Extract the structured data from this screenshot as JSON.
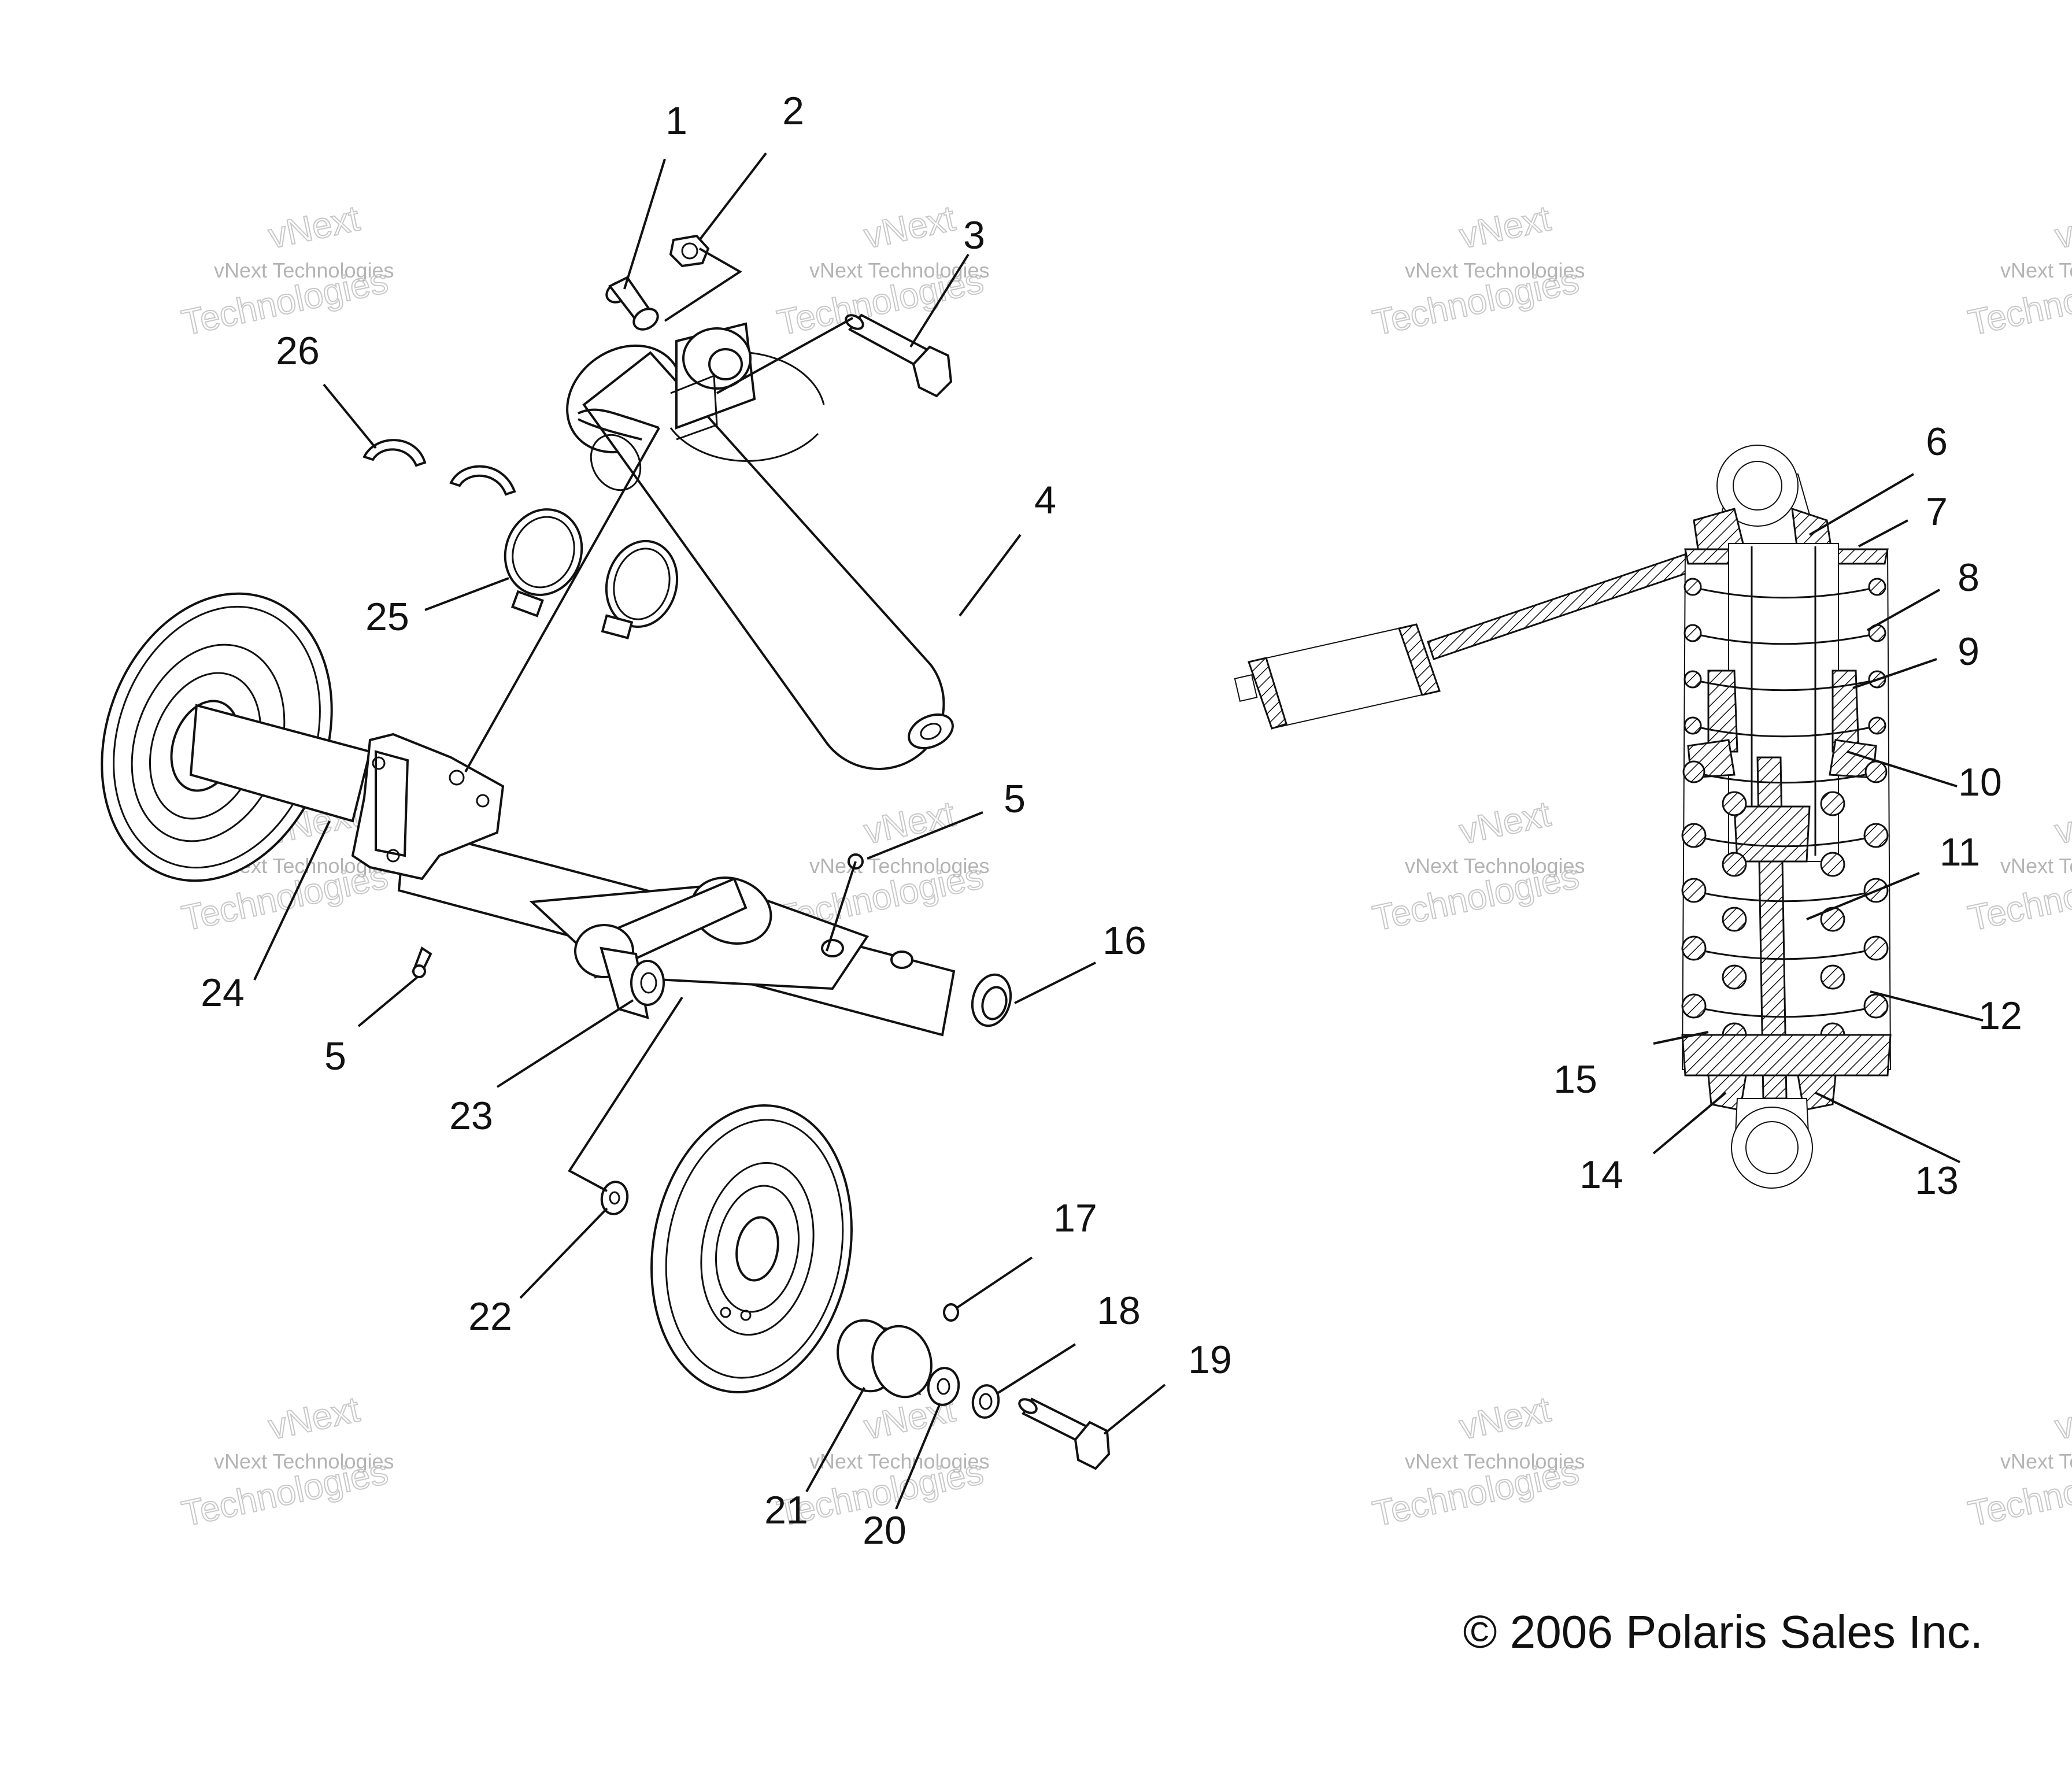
{
  "diagram": {
    "callouts": [
      "1",
      "2",
      "3",
      "4",
      "5",
      "5",
      "6",
      "7",
      "8",
      "9",
      "10",
      "11",
      "12",
      "13",
      "14",
      "15",
      "16",
      "17",
      "18",
      "19",
      "20",
      "21",
      "22",
      "23",
      "24",
      "25",
      "26"
    ],
    "copyright": "© 2006 Polaris Sales Inc.",
    "watermark": {
      "line1": "vNext",
      "line2": "vNext Technologies",
      "line3": "Technologies"
    }
  }
}
